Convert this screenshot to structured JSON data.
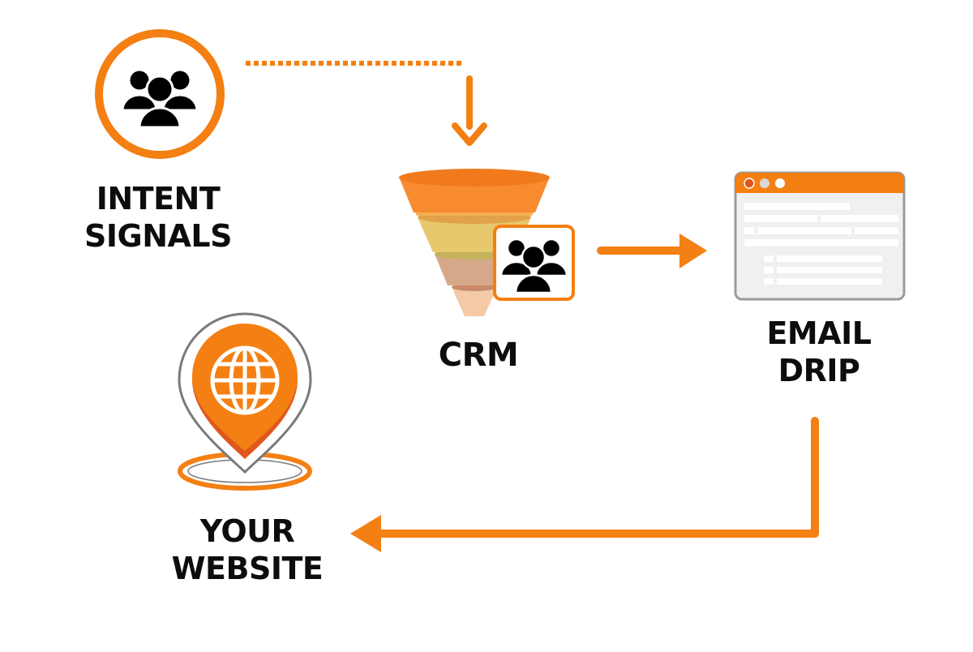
{
  "colors": {
    "accent": "#f47f12",
    "accent_dark": "#e0571c",
    "text": "#0d0d0d",
    "icon": "#000000",
    "funnel_layers": [
      "#f88b30",
      "#f5ae52",
      "#e7c86d",
      "#d6a88a",
      "#f3c9a6"
    ],
    "window_body": "#f0f0f0",
    "window_border": "#9a9a9a",
    "pin_outline": "#7a7a7a"
  },
  "nodes": {
    "intent_signals": {
      "line1": "INTENT",
      "line2": "SIGNALS",
      "icon": "users-group-icon"
    },
    "crm": {
      "label": "CRM",
      "icon": "funnel-icon",
      "badge_icon": "users-group-icon"
    },
    "email_drip": {
      "line1": "EMAIL",
      "line2": "DRIP",
      "icon": "browser-window-icon"
    },
    "your_website": {
      "line1": "YOUR",
      "line2": "WEBSITE",
      "icon": "location-pin-globe-icon"
    }
  },
  "edges": [
    {
      "from": "intent_signals",
      "to": "crm",
      "style": "dotted"
    },
    {
      "from": "crm",
      "to": "email_drip",
      "style": "solid"
    },
    {
      "from": "email_drip",
      "to": "your_website",
      "style": "solid"
    }
  ]
}
